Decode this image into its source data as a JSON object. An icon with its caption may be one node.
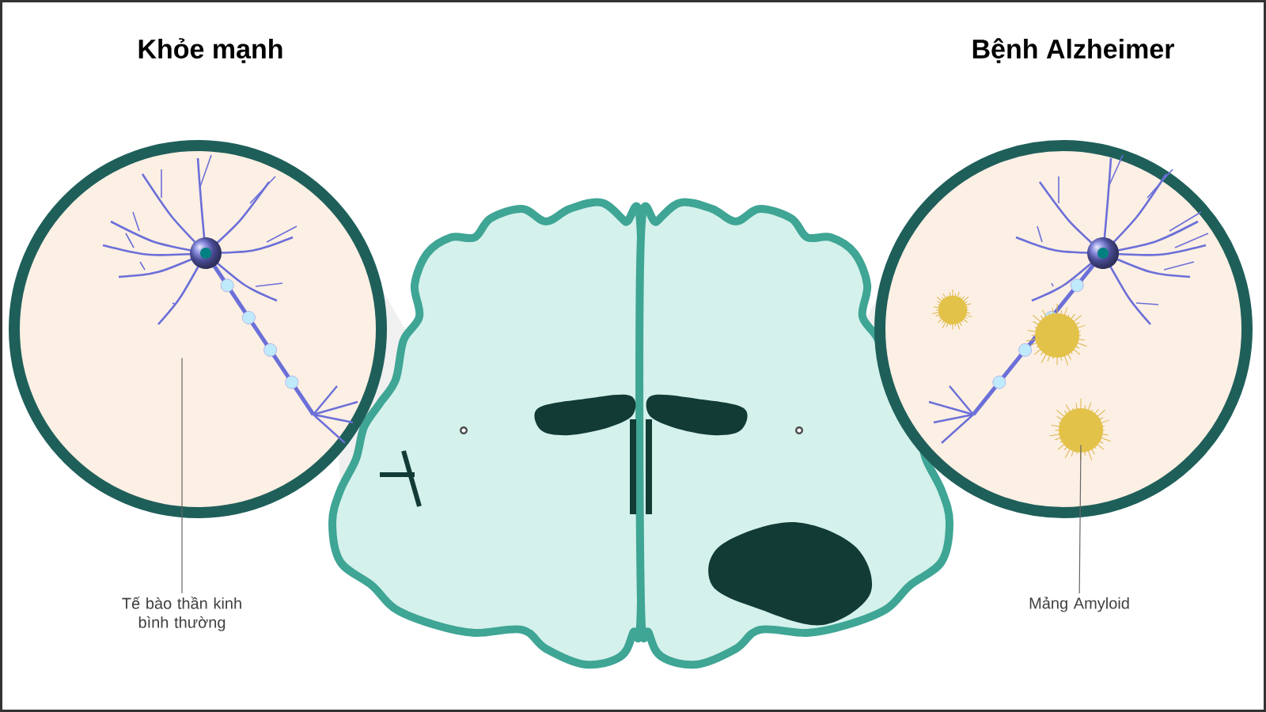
{
  "diagram": {
    "nodes": [
      {
        "text": [
          "Tế bào thần kinh bình thường"
        ]
      },
      {
        "text": [],
        "shape": "picture"
      },
      {
        "text": [
          "Mảng Amyloid"
        ]
      },
      {
        "text": [],
        "shape": "picture"
      }
    ],
    "edges": [
      {
        "from": 0,
        "to": 1,
        "arrow": "none"
      },
      {
        "from": 2,
        "to": 3,
        "arrow": "none"
      }
    ],
    "labels": [
      "Khỏe mạnh",
      "Bệnh Alzheimer"
    ]
  }
}
